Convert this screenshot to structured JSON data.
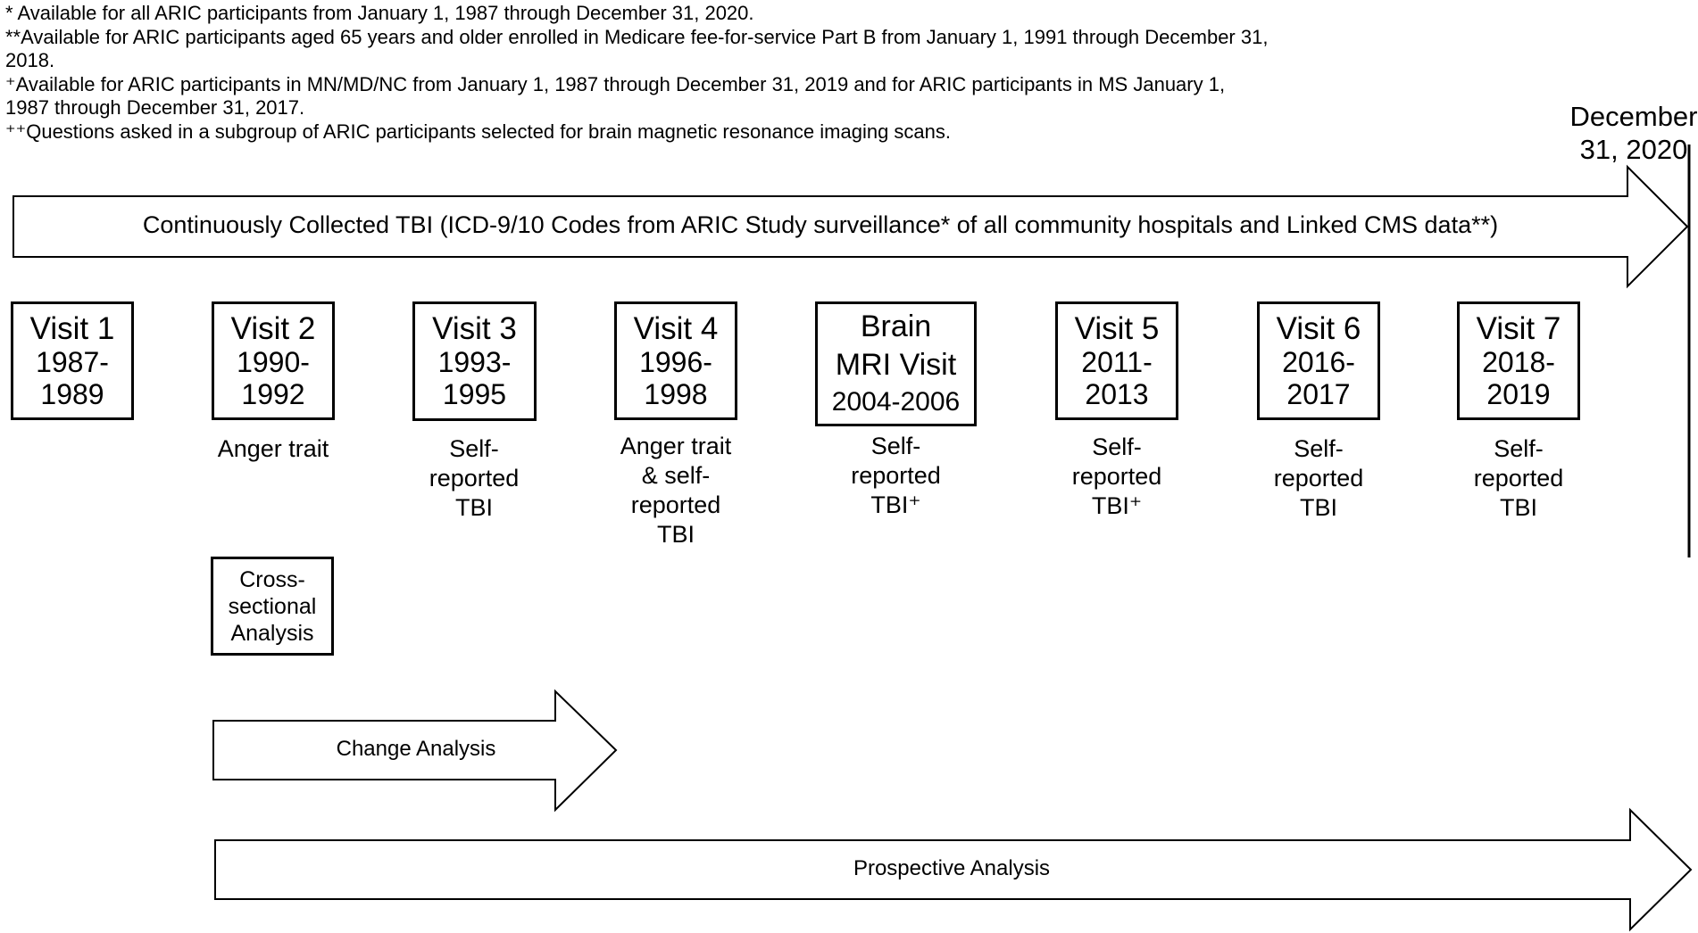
{
  "footnotes": [
    "* Available for all ARIC participants from January 1, 1987 through December 31, 2020.",
    "**Available for ARIC participants aged 65 years and older enrolled in Medicare fee-for-service Part B from January 1, 1991 through December 31, 2018.",
    "⁺Available for ARIC participants in MN/MD/NC from January 1, 1987 through December 31, 2019 and for ARIC participants in MS January 1, 1987 through December 31, 2017.",
    "⁺⁺Questions asked in a subgroup of ARIC participants selected for brain magnetic resonance imaging scans."
  ],
  "end_date": "December 31, 2020",
  "top_arrow_label": "Continuously Collected TBI (ICD-9/10 Codes from ARIC Study surveillance* of all community hospitals and Linked CMS data**)",
  "visits": [
    {
      "name": "Visit 1",
      "years": "1987-1989",
      "label": ""
    },
    {
      "name": "Visit 2",
      "years": "1990-1992",
      "label": "Anger trait"
    },
    {
      "name": "Visit 3",
      "years": "1993-1995",
      "label": "Self-reported TBI"
    },
    {
      "name": "Visit 4",
      "years": "1996-1998",
      "label": "Anger trait & self-reported TBI"
    },
    {
      "name": "Brain MRI Visit",
      "years": "2004-2006",
      "label": "Self-reported TBI⁺"
    },
    {
      "name": "Visit 5",
      "years": "2011-2013",
      "label": "Self-reported TBI⁺"
    },
    {
      "name": "Visit 6",
      "years": "2016-2017",
      "label": "Self-reported TBI"
    },
    {
      "name": "Visit 7",
      "years": "2018-2019",
      "label": "Self-reported TBI"
    }
  ],
  "cross_sectional": "Cross-sectional Analysis",
  "change_analysis": "Change Analysis",
  "prospective_analysis": "Prospective Analysis",
  "colors": {
    "line": "#000000",
    "background": "#ffffff"
  }
}
